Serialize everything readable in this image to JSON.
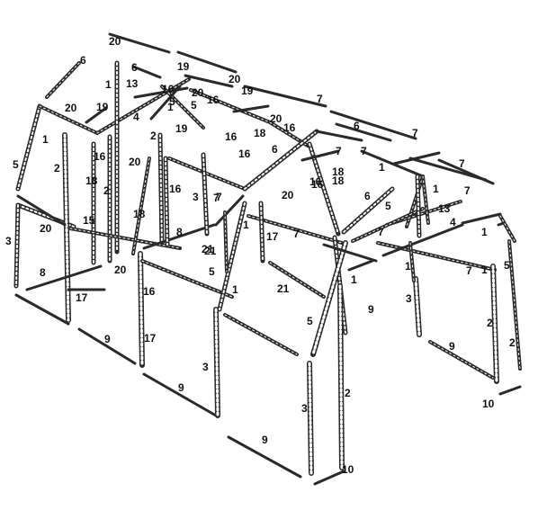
{
  "diagram": {
    "part_labels": [
      "20",
      "6",
      "6",
      "19",
      "20",
      "1",
      "13",
      "7",
      "16",
      "20",
      "19",
      "5",
      "20",
      "4",
      "19",
      "5",
      "16",
      "19",
      "7",
      "1",
      "20",
      "2",
      "16",
      "18",
      "16",
      "7",
      "6",
      "1",
      "7",
      "6",
      "5",
      "2",
      "20",
      "16",
      "16",
      "18",
      "7",
      "1",
      "16",
      "18",
      "18",
      "2",
      "16",
      "3",
      "7",
      "7",
      "20",
      "16",
      "6",
      "7",
      "13",
      "4",
      "18",
      "20",
      "15",
      "8",
      "21",
      "17",
      "7",
      "1",
      "1",
      "5",
      "3",
      "7",
      "8",
      "20",
      "1",
      "5",
      "1",
      "21",
      "7",
      "16",
      "3",
      "21",
      "17",
      "9",
      "5",
      "1",
      "2",
      "5",
      "2",
      "9",
      "9",
      "3",
      "10",
      "9",
      "9",
      "3",
      "2",
      "10",
      "17",
      "1",
      "1"
    ],
    "colors": {
      "ink": "#2a2a2a",
      "paper": "#ffffff"
    }
  }
}
